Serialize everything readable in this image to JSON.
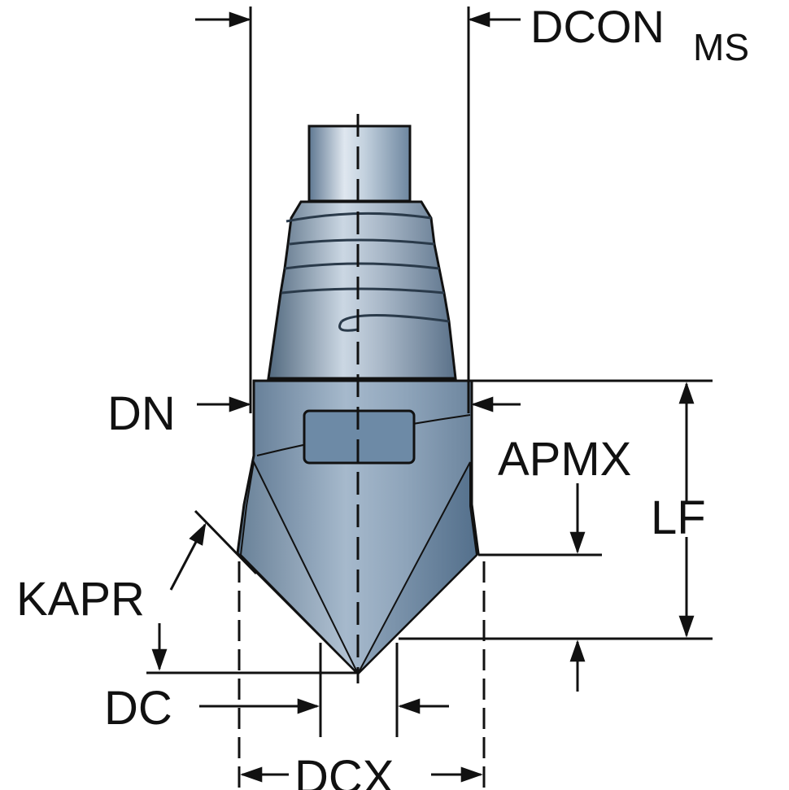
{
  "labels": {
    "dcon": "DCON",
    "dcon_sub": "MS",
    "dn": "DN",
    "apmx": "APMX",
    "lf": "LF",
    "kapr": "KAPR",
    "dc": "DC",
    "dcx": "DCX"
  },
  "colors": {
    "ink": "#111111",
    "steel_light": "#d4dee9",
    "steel_mid": "#9fb3c8",
    "steel_dark": "#5d7893",
    "steel_deep": "#3f5a74"
  }
}
